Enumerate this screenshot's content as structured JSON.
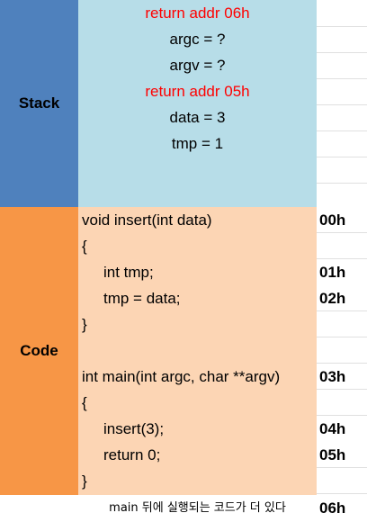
{
  "sections": {
    "stack_label": "Stack",
    "code_label": "Code"
  },
  "stack": {
    "lines": [
      {
        "text": "return addr 06h",
        "color": "#ff0000"
      },
      {
        "text": "argc = ?",
        "color": "#000000"
      },
      {
        "text": "argv = ?",
        "color": "#000000"
      },
      {
        "text": "return addr 05h",
        "color": "#ff0000"
      },
      {
        "text": "data = 3",
        "color": "#000000"
      },
      {
        "text": "tmp = 1",
        "color": "#000000"
      }
    ]
  },
  "code": {
    "lines": [
      "void insert(int data)",
      "{",
      "int tmp;",
      "tmp = data;",
      "}",
      "int main(int argc, char **argv)",
      "{",
      "insert(3);",
      "return 0;",
      "}"
    ]
  },
  "addresses": [
    "00h",
    "01h",
    "02h",
    "03h",
    "04h",
    "05h",
    "06h"
  ],
  "footer_note": "main 뒤에 실행되는 코드가 더 있다",
  "colors": {
    "stack_label_bg": "#4f81bd",
    "stack_panel_bg": "#b7dde8",
    "code_label_bg": "#f79646",
    "code_panel_bg": "#fcd5b4",
    "return_addr_text": "#ff0000"
  }
}
